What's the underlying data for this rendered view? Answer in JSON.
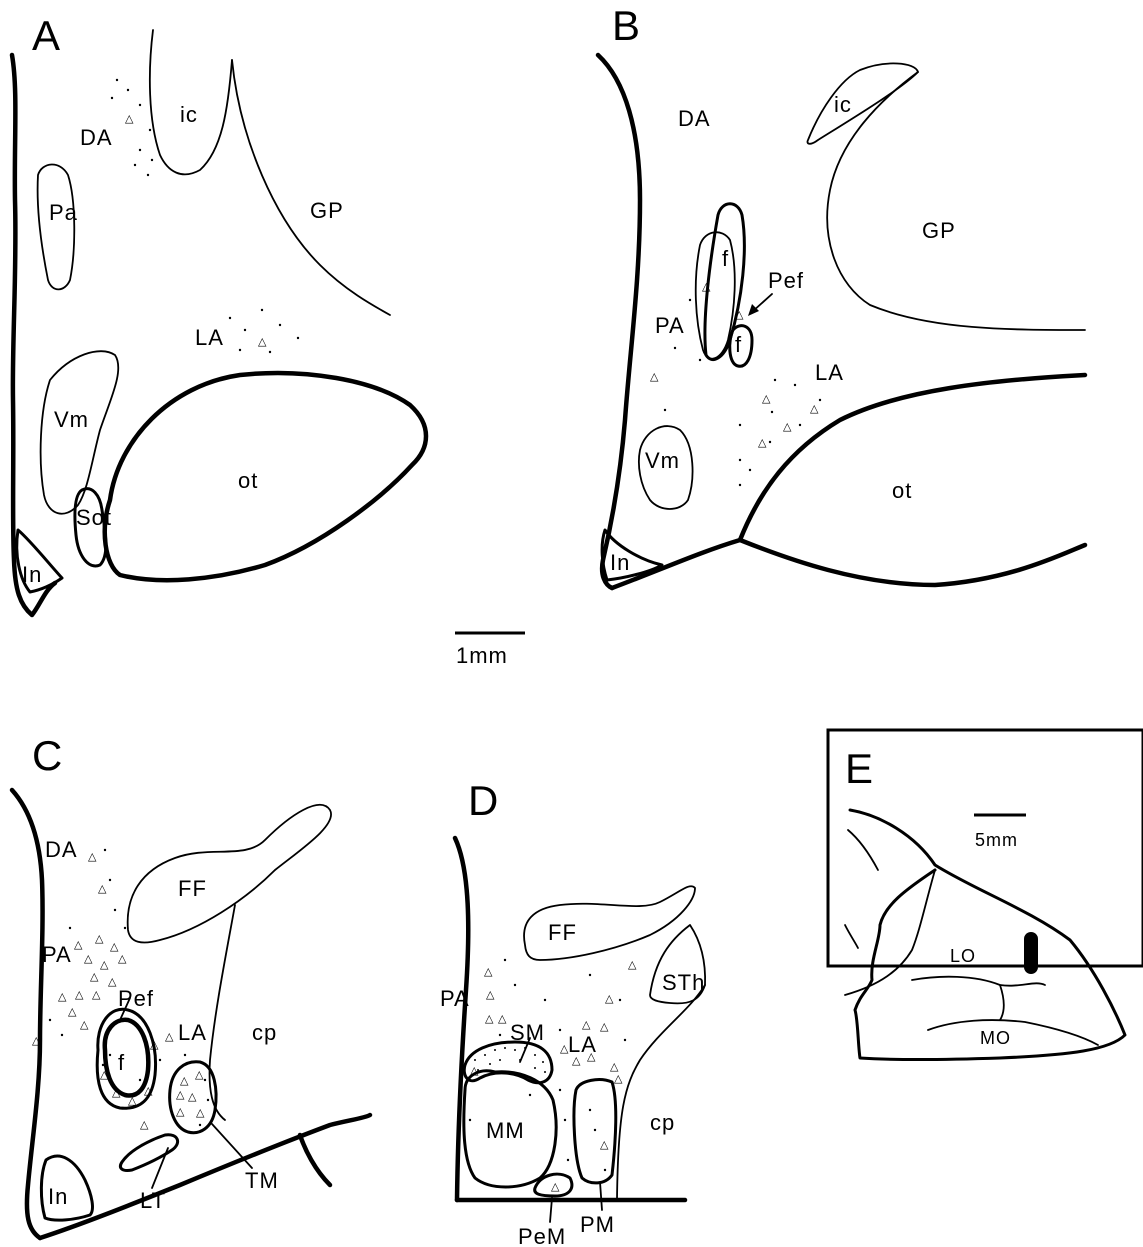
{
  "panels": {
    "A": {
      "letter": "A",
      "labels": {
        "DA": "DA",
        "ic": "ic",
        "Pa": "Pa",
        "GP": "GP",
        "LA": "LA",
        "Vm": "Vm",
        "ot": "ot",
        "Sot": "Sot",
        "In": "In"
      }
    },
    "B": {
      "letter": "B",
      "labels": {
        "DA": "DA",
        "ic": "ic",
        "GP": "GP",
        "f1": "f",
        "f2": "f",
        "Pef": "Pef",
        "PA": "PA",
        "LA": "LA",
        "Vm": "Vm",
        "ot": "ot",
        "In": "In"
      }
    },
    "C": {
      "letter": "C",
      "labels": {
        "DA": "DA",
        "FF": "FF",
        "PA": "PA",
        "Pef": "Pef",
        "f": "f",
        "LA": "LA",
        "cp": "cp",
        "In": "In",
        "LT": "LT",
        "TM": "TM"
      }
    },
    "D": {
      "letter": "D",
      "labels": {
        "FF": "FF",
        "STh": "STh",
        "PA": "PA",
        "SM": "SM",
        "LA": "LA",
        "MM": "MM",
        "cp": "cp",
        "PeM": "PeM",
        "PM": "PM"
      }
    },
    "E": {
      "letter": "E",
      "labels": {
        "LO": "LO",
        "MO": "MO"
      }
    }
  },
  "scale_bars": {
    "main": "1mm",
    "inset": "5mm"
  },
  "marker_symbol": "△"
}
